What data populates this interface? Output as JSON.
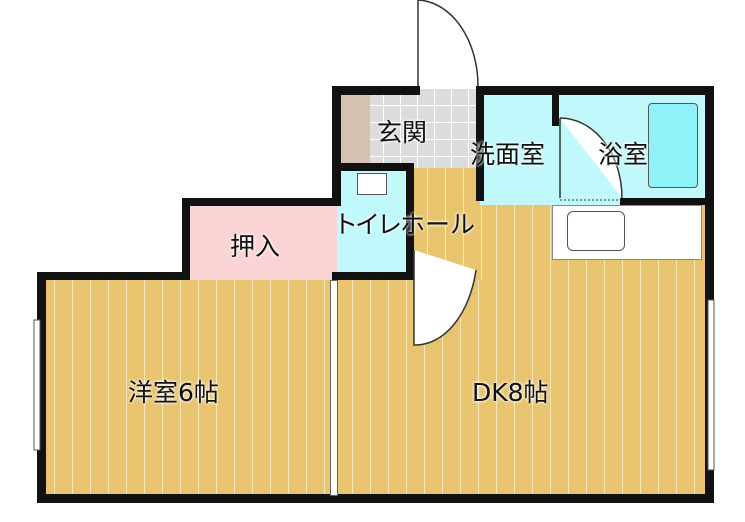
{
  "rooms": {
    "entrance": "玄関",
    "washroom": "洗面室",
    "bathroom": "浴室",
    "toilet": "トイレ",
    "hall": "ホール",
    "closet": "押入",
    "western_room": "洋室6帖",
    "dining_kitchen": "DK8帖"
  },
  "colors": {
    "wood": "#e8c46e",
    "water": "#c0f8fb",
    "closet": "#fbd3d5",
    "entrance_tile": "#dcdcdc",
    "wall": "#111111"
  }
}
